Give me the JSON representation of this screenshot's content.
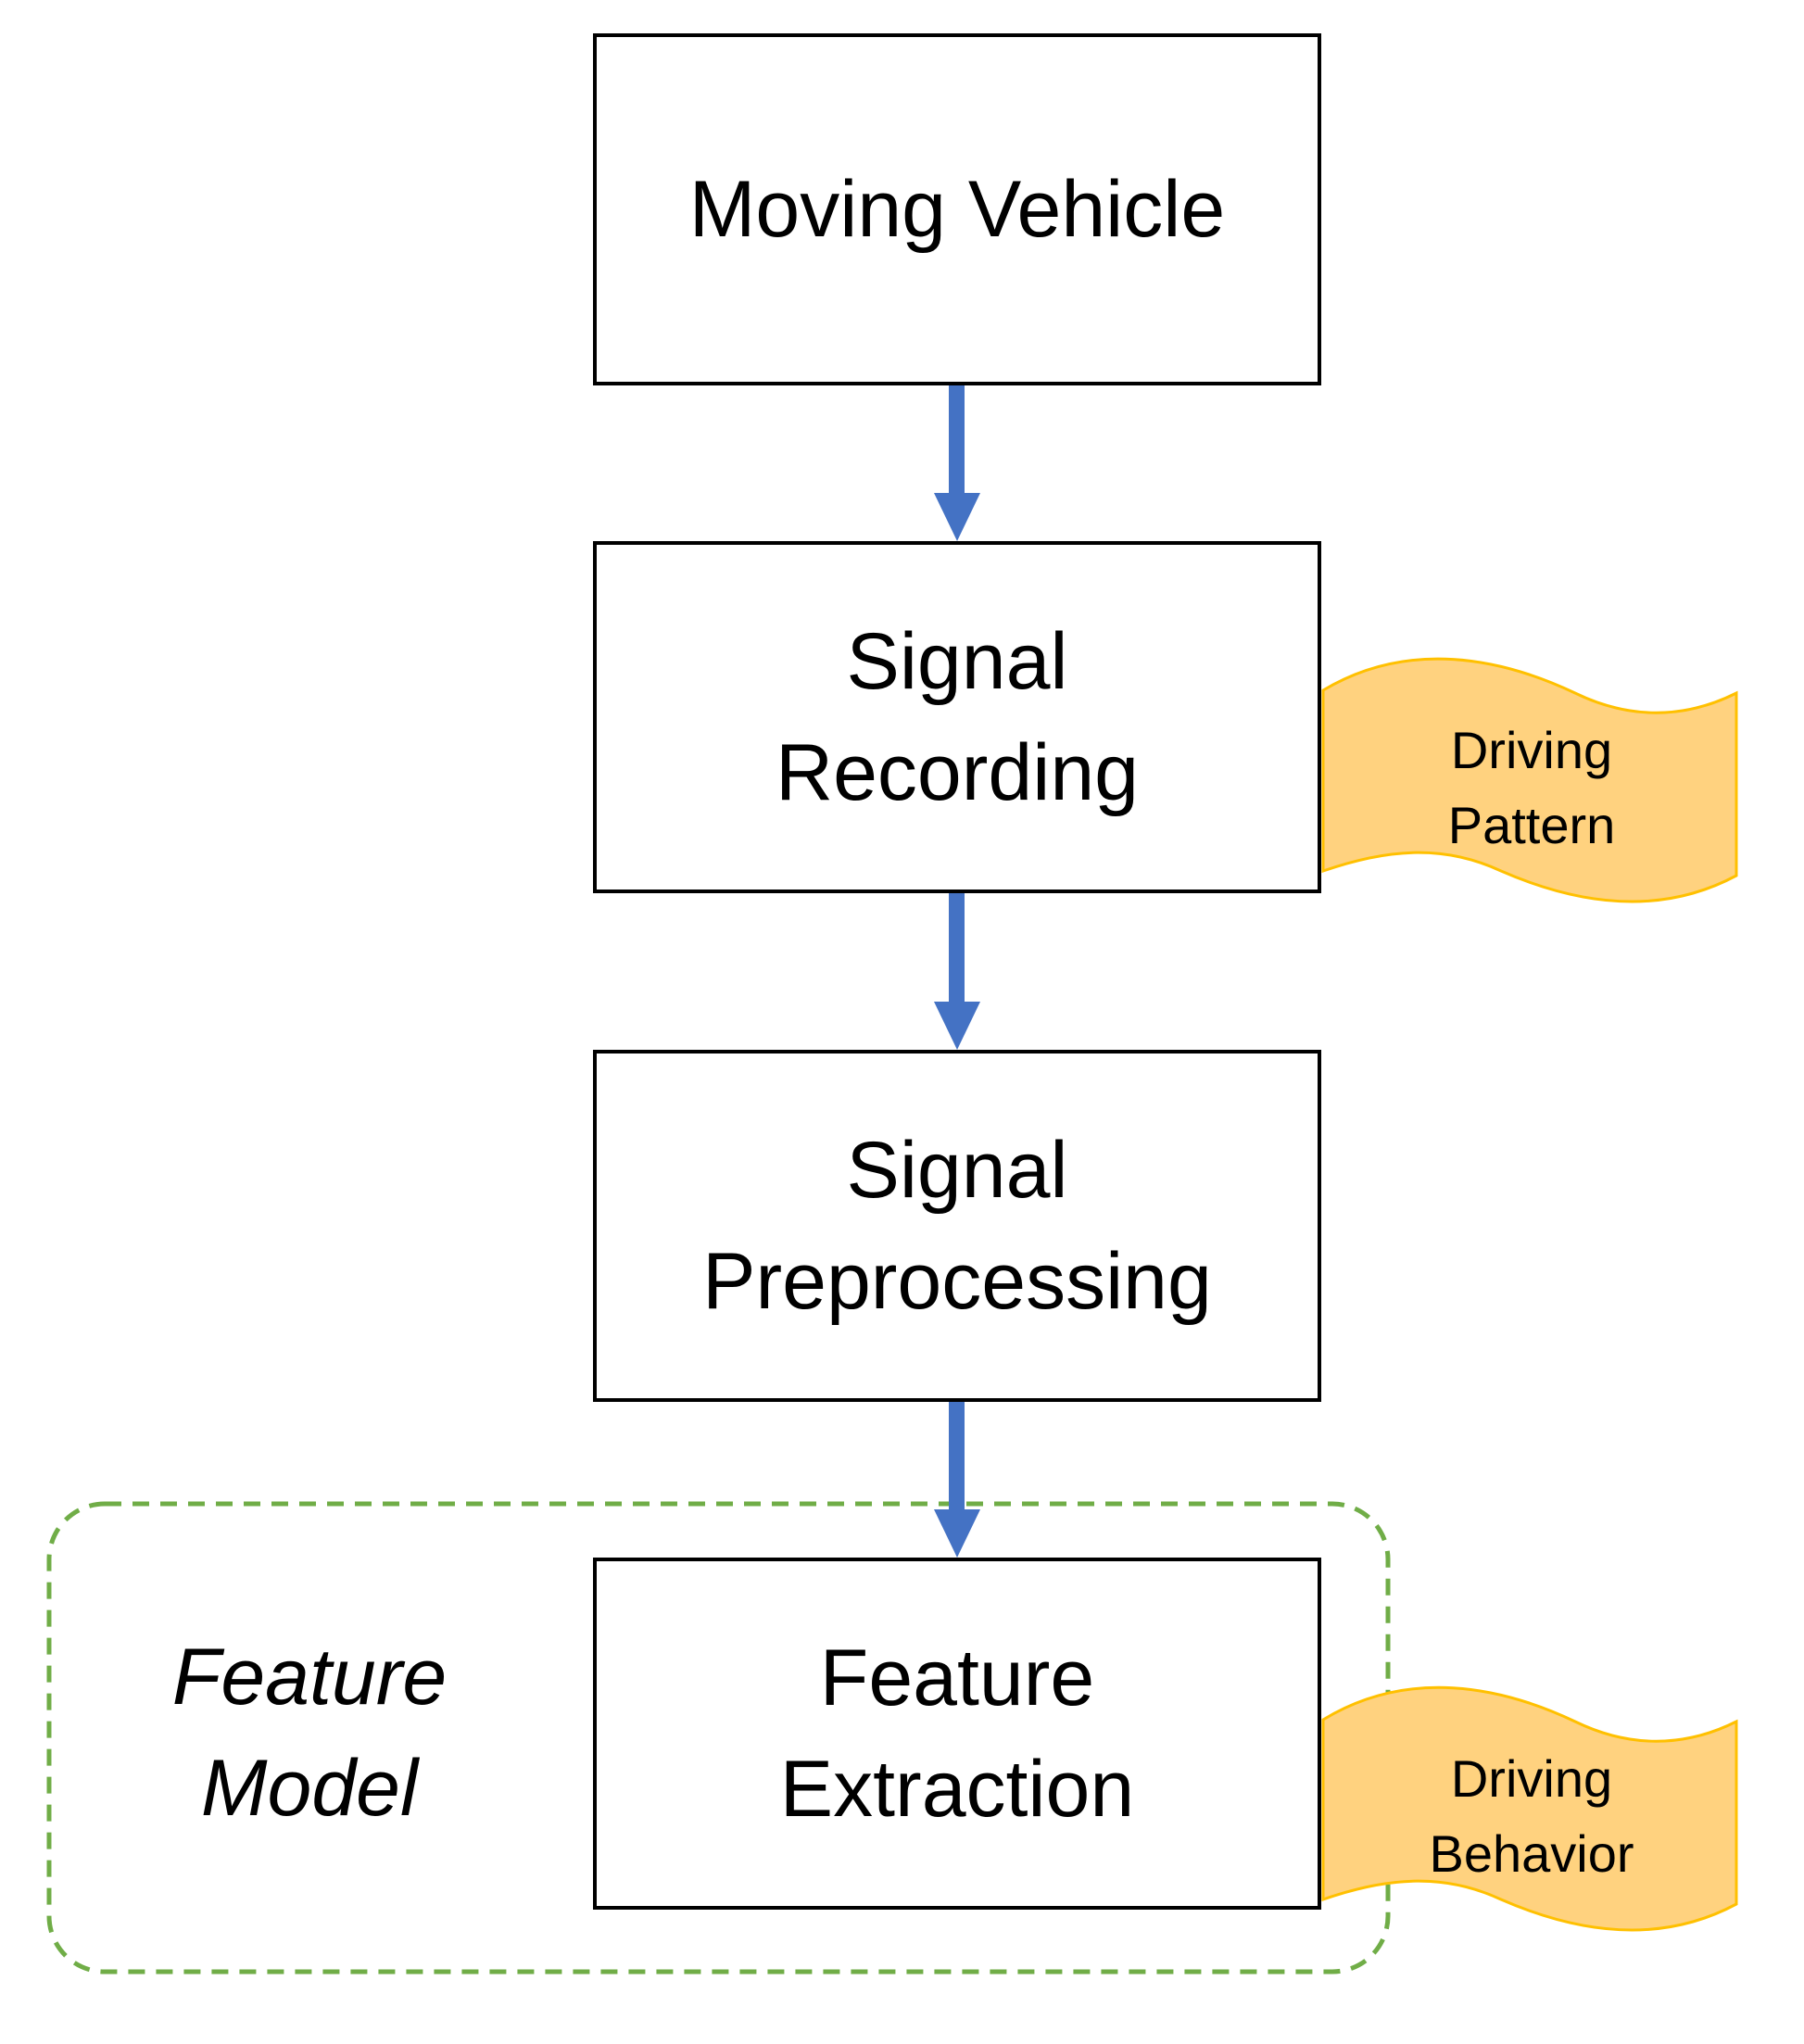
{
  "colors": {
    "arrow": "#4472C4",
    "group_border": "#70AD47",
    "banner_fill": "#FFD27F",
    "banner_stroke": "#FFC000",
    "box_border": "#000000"
  },
  "steps": [
    {
      "label": "Moving Vehicle"
    },
    {
      "label": "Signal\nRecording"
    },
    {
      "label": "Signal\nPreprocessing"
    },
    {
      "label": "Feature\nExtraction"
    }
  ],
  "group": {
    "label": "Feature\nModel"
  },
  "banners": [
    {
      "label": "Driving\nPattern"
    },
    {
      "label": "Driving\nBehavior"
    }
  ]
}
